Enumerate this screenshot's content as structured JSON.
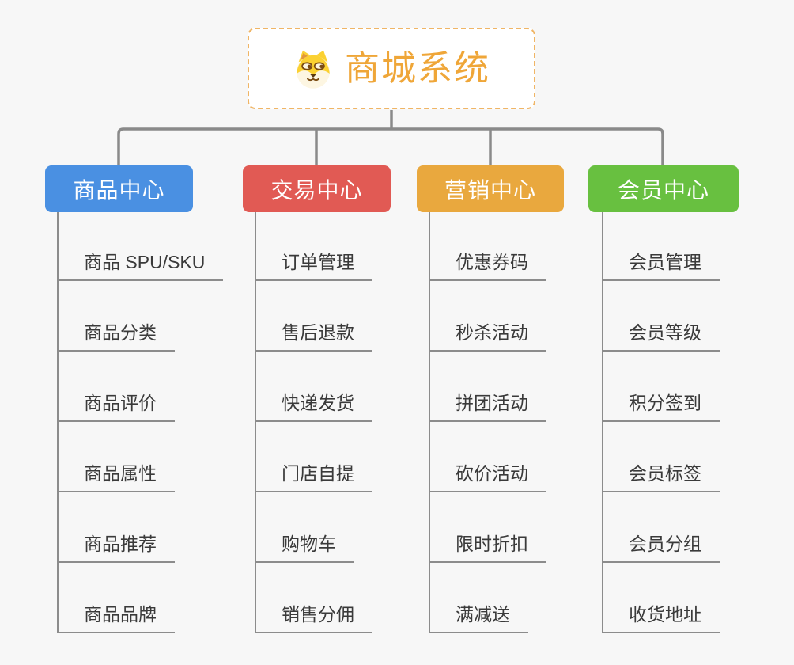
{
  "background_color": "#f7f7f7",
  "connector_color": "#8a8a8a",
  "item_text_color": "#3a3a3a",
  "root": {
    "title": "商城系统",
    "icon": "shiba-dog-icon",
    "title_color": "#efa638",
    "border_color": "#f0b565"
  },
  "branches": [
    {
      "label": "商品中心",
      "color": "#4a90e2",
      "children": [
        "商品 SPU/SKU",
        "商品分类",
        "商品评价",
        "商品属性",
        "商品推荐",
        "商品品牌"
      ]
    },
    {
      "label": "交易中心",
      "color": "#e15a54",
      "children": [
        "订单管理",
        "售后退款",
        "快递发货",
        "门店自提",
        "购物车",
        "销售分佣"
      ]
    },
    {
      "label": "营销中心",
      "color": "#e9a83e",
      "children": [
        "优惠券码",
        "秒杀活动",
        "拼团活动",
        "砍价活动",
        "限时折扣",
        "满减送"
      ]
    },
    {
      "label": "会员中心",
      "color": "#68c040",
      "children": [
        "会员管理",
        "会员等级",
        "积分签到",
        "会员标签",
        "会员分组",
        "收货地址"
      ]
    }
  ]
}
